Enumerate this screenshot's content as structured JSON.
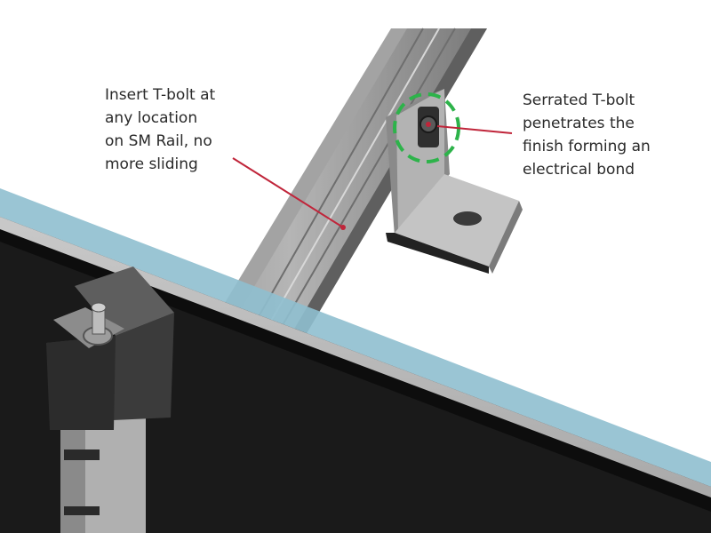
{
  "annotations": {
    "left_callout": {
      "lines": [
        "Insert T-bolt at",
        "any location",
        "on SM Rail, no",
        "more sliding"
      ]
    },
    "right_callout": {
      "lines": [
        "Serrated T-bolt",
        "penetrates the",
        "finish forming an",
        "electrical bond"
      ]
    }
  },
  "colors": {
    "leader_line": "#c0253a",
    "highlight_circle": "#2db34a",
    "panel_glass": "#8fbfcf",
    "rail_metal": "#9a9a9a",
    "module_frame": "#0d0d0d"
  },
  "icons": [
    "t-bolt-icon",
    "bracket-icon",
    "clamp-icon"
  ]
}
